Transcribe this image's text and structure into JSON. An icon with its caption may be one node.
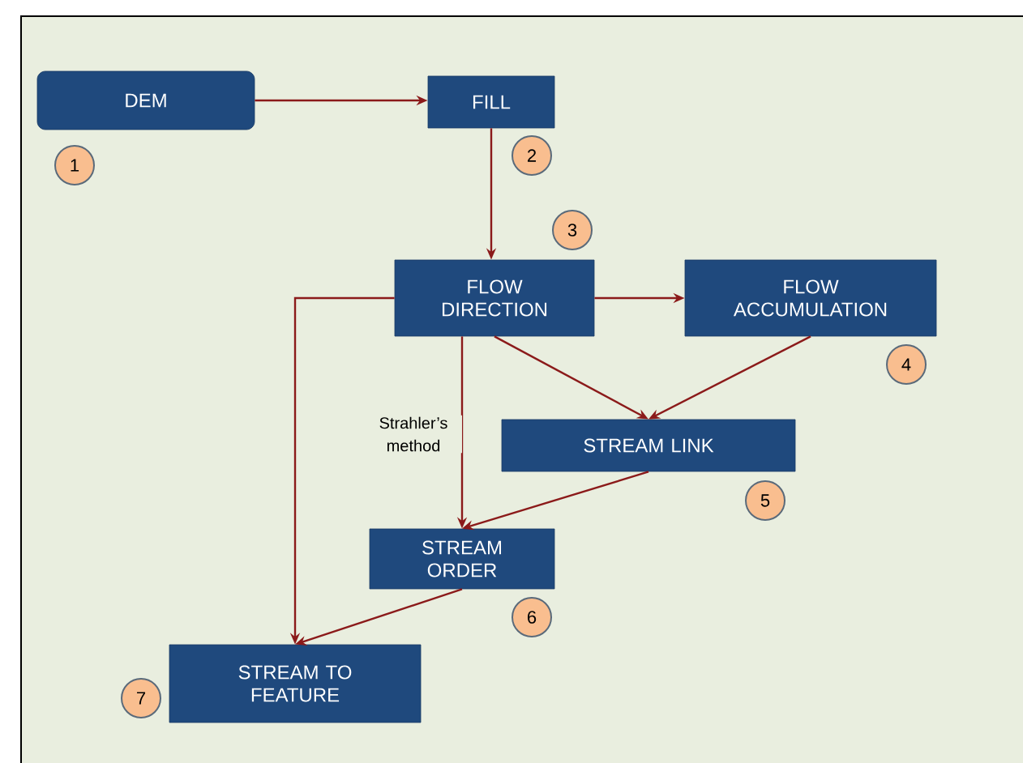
{
  "diagram": {
    "nodes": [
      {
        "text": [
          "DEM"
        ],
        "beside": [
          "1"
        ]
      },
      {
        "text": [
          "FILL"
        ],
        "beside": [
          "2"
        ]
      },
      {
        "text": [
          "FLOW DIRECTION"
        ],
        "beside": [
          "3"
        ]
      },
      {
        "text": [
          "FLOW ACCUMULATION"
        ],
        "beside": [
          "4"
        ]
      },
      {
        "text": [
          "STREAM LINK"
        ],
        "beside": [
          "5"
        ]
      },
      {
        "text": [
          "STREAM ORDER"
        ],
        "beside": [
          "6"
        ]
      },
      {
        "text": [
          "STREAM TO FEATURE"
        ],
        "beside": [
          "7"
        ]
      }
    ],
    "edges": [
      {
        "from": 0,
        "to": 1,
        "arrow": "to"
      },
      {
        "from": 1,
        "to": 2,
        "arrow": "to"
      },
      {
        "from": 2,
        "to": 3,
        "arrow": "to"
      },
      {
        "from": 2,
        "to": 4,
        "arrow": "to"
      },
      {
        "from": 3,
        "to": 4,
        "arrow": "to"
      },
      {
        "from": 2,
        "to": 5,
        "arrow": "to",
        "label": "Strahler’s method"
      },
      {
        "from": 4,
        "to": 5,
        "arrow": "to"
      },
      {
        "from": 2,
        "to": 6,
        "arrow": "to"
      },
      {
        "from": 5,
        "to": 6,
        "arrow": "to"
      }
    ]
  }
}
